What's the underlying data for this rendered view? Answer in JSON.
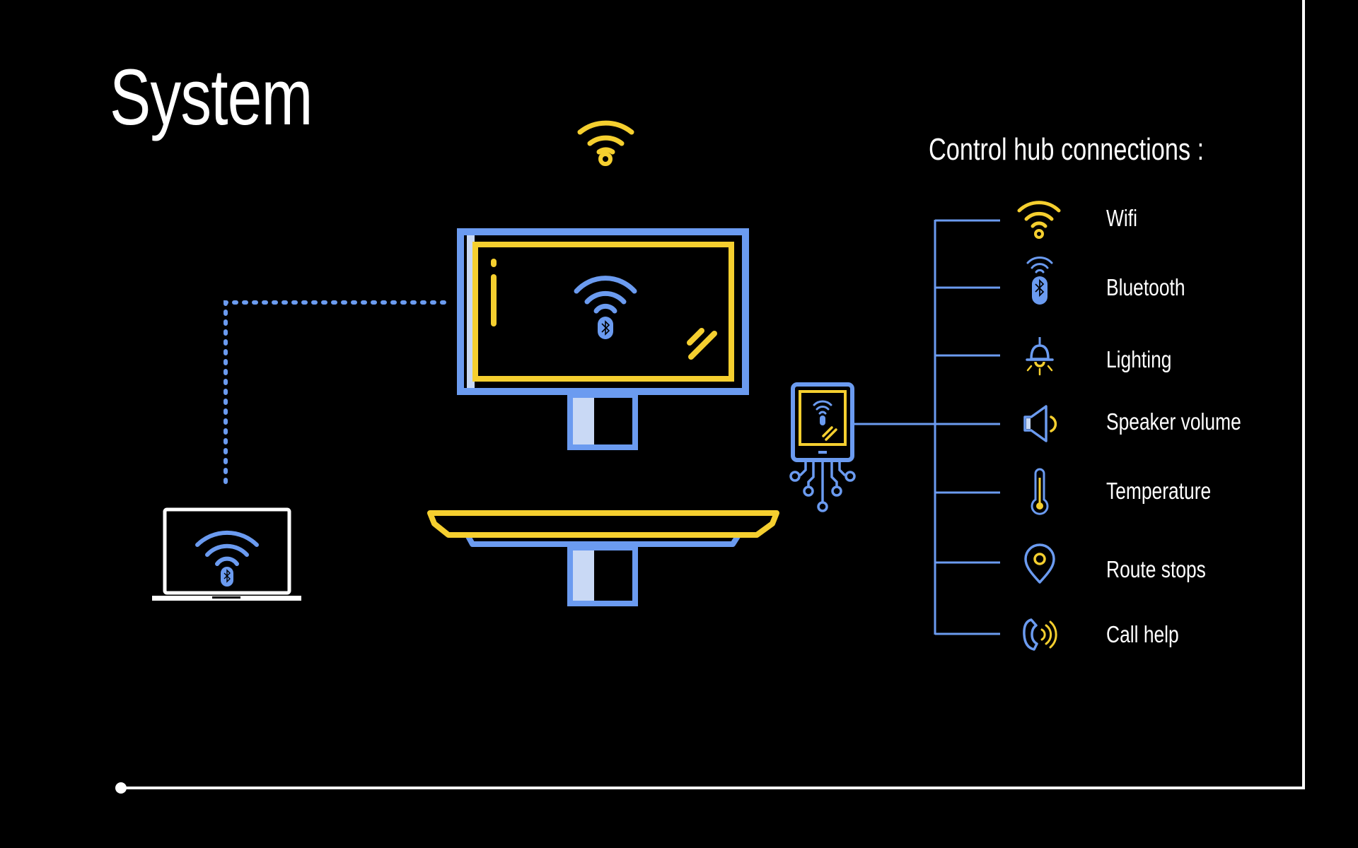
{
  "title": "System",
  "hub_heading": "Control hub connections :",
  "connections": [
    {
      "label": "Wifi",
      "icon": "wifi-icon"
    },
    {
      "label": "Bluetooth",
      "icon": "bluetooth-icon"
    },
    {
      "label": "Lighting",
      "icon": "lamp-icon"
    },
    {
      "label": "Speaker volume",
      "icon": "speaker-icon"
    },
    {
      "label": "Temperature",
      "icon": "thermometer-icon"
    },
    {
      "label": "Route stops",
      "icon": "map-pin-icon"
    },
    {
      "label": "Call help",
      "icon": "phone-call-icon"
    }
  ],
  "colors": {
    "background": "#000000",
    "blue": "#6b9bf0",
    "light_blue": "#c9d9f5",
    "yellow": "#f5cf2f",
    "white": "#ffffff"
  }
}
